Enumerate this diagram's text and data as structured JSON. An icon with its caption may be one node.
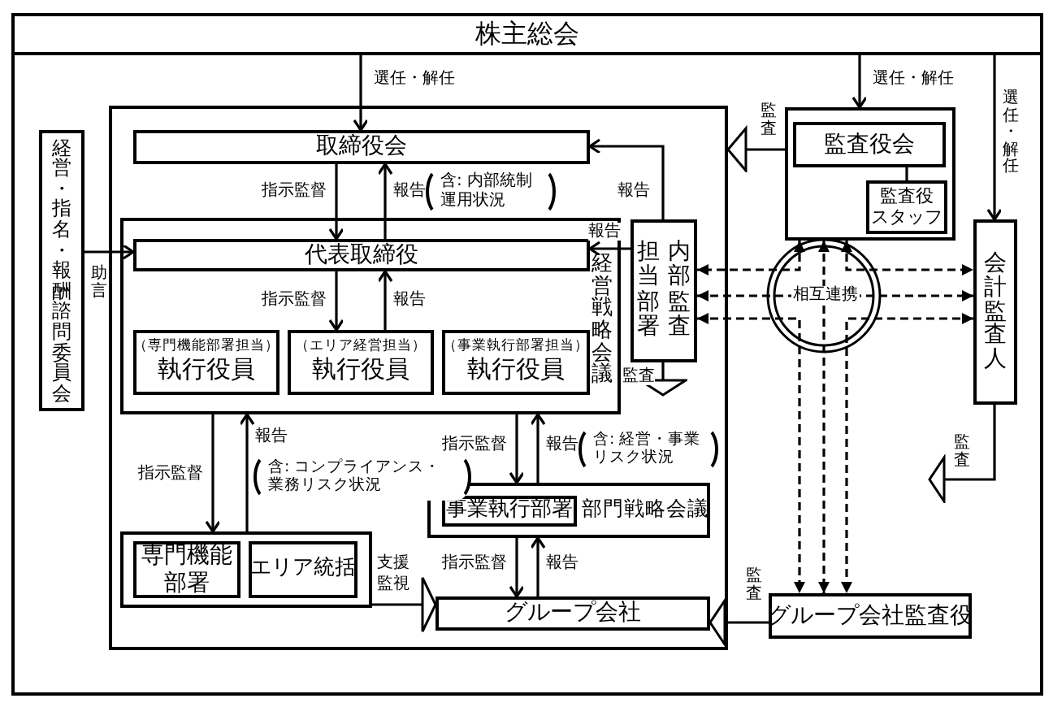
{
  "diagram": {
    "nodes": [
      {
        "text": [
          "株主総会"
        ]
      },
      {
        "text": [
          "経営・指名・報酬諮問委員会"
        ]
      },
      {
        "text": [],
        "shape": "box"
      },
      {
        "text": [
          "取締役会"
        ],
        "in": 2
      },
      {
        "text": [
          "経営戦略会議"
        ],
        "in": 2
      },
      {
        "text": [
          "代表取締役"
        ],
        "in": 4
      },
      {
        "text": [
          "（専門機能部署担当）",
          "執行役員"
        ],
        "in": 4
      },
      {
        "text": [
          "（エリア経営担当）",
          "執行役員"
        ],
        "in": 4
      },
      {
        "text": [
          "（事業執行部署担当）",
          "執行役員"
        ],
        "in": 4
      },
      {
        "text": [
          "内部監査担当部署"
        ],
        "in": 2
      },
      {
        "text": [],
        "shape": "box",
        "in": 2
      },
      {
        "text": [
          "専門機能部署"
        ],
        "in": 10
      },
      {
        "text": [
          "エリア統括"
        ],
        "in": 10
      },
      {
        "text": [
          "部門戦略会議"
        ],
        "in": 2
      },
      {
        "text": [
          "事業執行部署"
        ],
        "in": 13
      },
      {
        "text": [
          "グループ会社"
        ],
        "in": 2
      },
      {
        "text": [],
        "shape": "box"
      },
      {
        "text": [
          "監査役会"
        ],
        "in": 16
      },
      {
        "text": [
          "監査役",
          "スタッフ"
        ],
        "in": 16
      },
      {
        "text": [
          "会計監査人"
        ]
      },
      {
        "text": [
          "グループ会社監査役"
        ]
      }
    ],
    "edges": [
      {
        "from": 0,
        "to": 3,
        "arrow": "to",
        "label": "選任・解任"
      },
      {
        "from": 0,
        "to": 16,
        "arrow": "to",
        "label": "選任・解任"
      },
      {
        "from": 0,
        "to": 19,
        "arrow": "to",
        "label": "選任・解任"
      },
      {
        "from": 3,
        "to": 5,
        "arrow": "to",
        "label": "指示監督"
      },
      {
        "from": 5,
        "to": 3,
        "arrow": "to",
        "label": "報告"
      },
      {
        "from": 9,
        "to": 3,
        "arrow": "to",
        "label": "報告"
      },
      {
        "from": 9,
        "to": 5,
        "arrow": "to",
        "label": "報告"
      },
      {
        "from": 5,
        "to": 7,
        "arrow": "to",
        "label": "指示監督"
      },
      {
        "from": 7,
        "to": 5,
        "arrow": "to",
        "label": "報告"
      },
      {
        "from": 1,
        "to": 5,
        "arrow": "to",
        "label": "助言"
      },
      {
        "from": 4,
        "to": 10,
        "arrow": "to",
        "label": "指示監督"
      },
      {
        "from": 10,
        "to": 4,
        "arrow": "to",
        "label": "報告"
      },
      {
        "from": 4,
        "to": 13,
        "arrow": "to",
        "label": "指示監督"
      },
      {
        "from": 13,
        "to": 4,
        "arrow": "to",
        "label": "報告"
      },
      {
        "from": 13,
        "to": 15,
        "arrow": "to",
        "label": "指示監督"
      },
      {
        "from": 15,
        "to": 13,
        "arrow": "to",
        "label": "報告"
      },
      {
        "from": 17,
        "to": 18,
        "arrow": "none"
      },
      {
        "from": 16,
        "to": 9,
        "arrow": "both",
        "style": "dashed"
      },
      {
        "from": 16,
        "to": 20,
        "arrow": "both",
        "style": "dashed"
      },
      {
        "from": 16,
        "to": 19,
        "arrow": "both",
        "style": "dashed"
      },
      {
        "from": 9,
        "to": 19,
        "arrow": "both",
        "style": "dashed"
      },
      {
        "from": 9,
        "to": 20,
        "arrow": "both",
        "style": "dashed"
      },
      {
        "from": 19,
        "to": 20,
        "arrow": "both",
        "style": "dashed"
      },
      {
        "from": 16,
        "to": 2,
        "arrow": "to",
        "label": "監査"
      },
      {
        "from": 9,
        "to": null,
        "arrow": "to",
        "label": "監査"
      },
      {
        "from": 19,
        "to": null,
        "arrow": "to",
        "label": "監査"
      },
      {
        "from": 10,
        "to": 15,
        "arrow": "to",
        "label": "支援監視"
      },
      {
        "from": 20,
        "to": 15,
        "arrow": "to",
        "label": "監査"
      }
    ],
    "labels": [
      "含: 内部統制運用状況",
      "相互連携",
      "含: 経営・事業リスク状況",
      "含: コンプライアンス・業務リスク状況"
    ]
  }
}
